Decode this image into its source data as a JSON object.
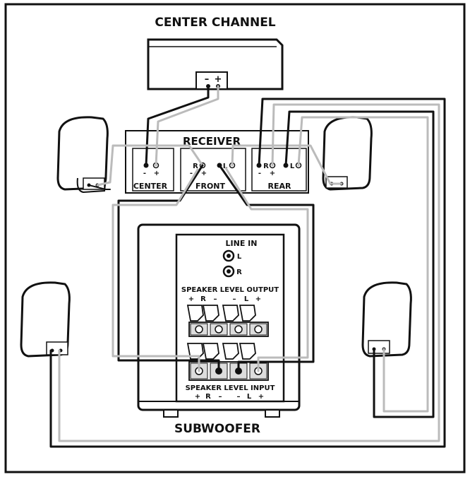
{
  "center_channel": {
    "title": "CENTER CHANNEL",
    "terminal_minus": "–",
    "terminal_plus": "+"
  },
  "receiver": {
    "title": "RECEIVER",
    "center_label": "CENTER",
    "front_label": "FRONT",
    "rear_label": "REAR",
    "r": "R",
    "l": "L",
    "minus": "-",
    "plus": "+"
  },
  "subwoofer": {
    "title": "SUBWOOFER",
    "line_in": "LINE IN",
    "line_in_l": "L",
    "line_in_r": "R",
    "output_label": "SPEAKER LEVEL OUTPUT",
    "input_label": "SPEAKER LEVEL INPUT",
    "polarity_row": [
      "+",
      "R",
      "–",
      "–",
      "L",
      "+"
    ]
  },
  "colors": {
    "line": "#111111",
    "wire_light": "#bbbbbb",
    "background": "#ffffff"
  }
}
